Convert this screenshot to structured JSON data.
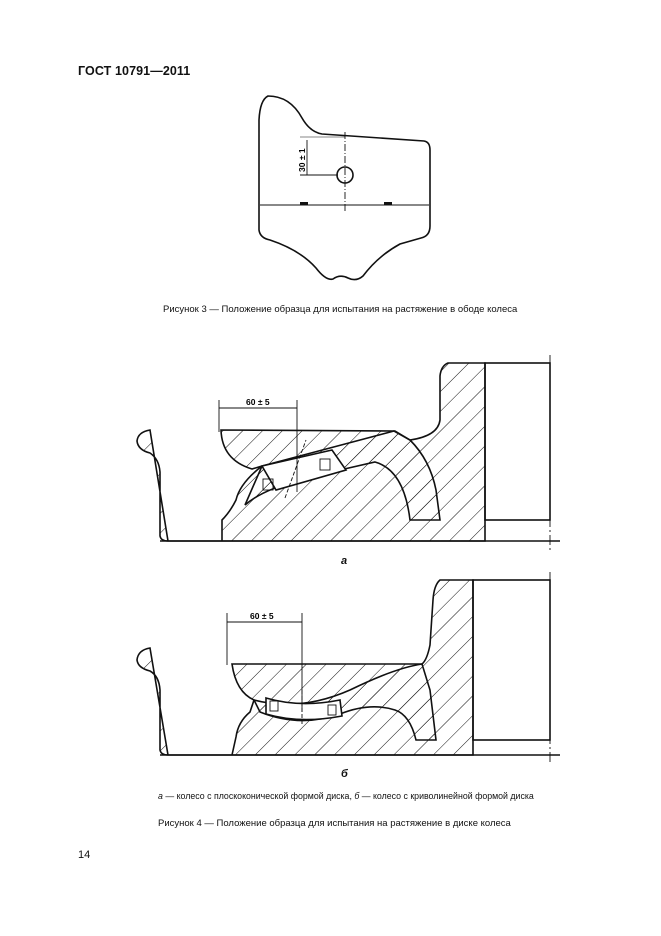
{
  "header": {
    "title": "ГОСТ 10791—2011"
  },
  "figure3": {
    "caption": "Рисунок  3 — Положение образца для испытания на растяжение в ободе колеса",
    "dimension_label": "30 ± 1"
  },
  "figure4": {
    "caption": "Рисунок  4 — Положение образца для испытания на растяжение в диске колеса",
    "part_a": {
      "label": "а",
      "dimension_label": "60 ± 5"
    },
    "part_b": {
      "label": "б",
      "dimension_label": "60 ± 5"
    },
    "note": {
      "a_letter": "а",
      "a_text": " — колесо с плоскоконической формой диска, ",
      "b_letter": "б",
      "b_text": " — колесо с криволинейной формой диска"
    }
  },
  "page": {
    "number": "14"
  }
}
